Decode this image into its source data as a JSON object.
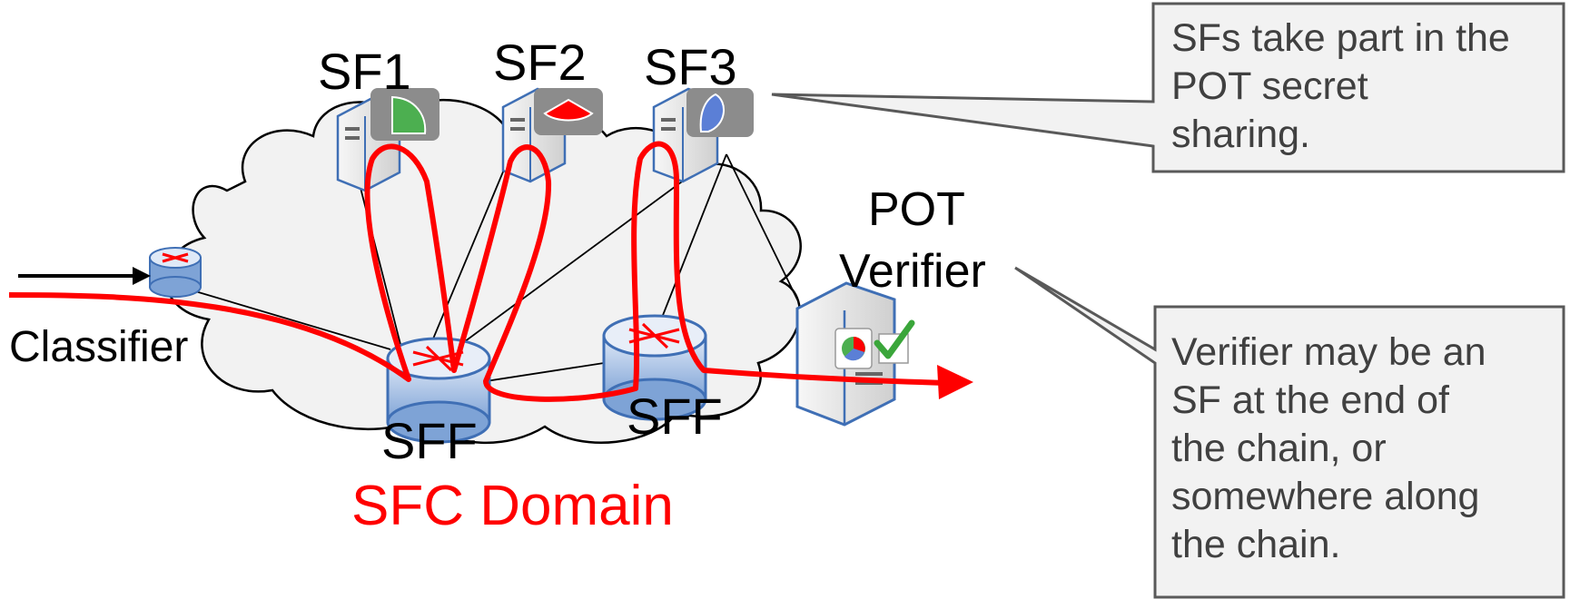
{
  "labels": {
    "sf1": "SF1",
    "sf2": "SF2",
    "sf3": "SF3",
    "pot_verifier_line1": "POT",
    "pot_verifier_line2": "Verifier",
    "classifier": "Classifier",
    "sff_left": "SFF",
    "sff_right": "SFF",
    "domain": "SFC Domain"
  },
  "callouts": {
    "top": [
      "SFs take part in the",
      "POT secret",
      "sharing."
    ],
    "bottom": [
      "Verifier may be an",
      "SF at the end of",
      "the chain, or",
      "somewhere along",
      "the chain."
    ]
  },
  "colors": {
    "path_red": "#ff0000",
    "sf1_secret": "#4caf50",
    "sf2_secret": "#ff0000",
    "sf3_secret": "#5b7fd6",
    "badge_gray": "#8c8c8c",
    "callout_fill": "#f2f2f2",
    "callout_border": "#595959",
    "cloud_fill": "#f2f2f2",
    "router_blue": "#a9c4e8",
    "check_green": "#3aa63a"
  },
  "icons": {
    "sf_server": "server-icon",
    "router": "router-icon",
    "secret_share": "pie-slice-icon",
    "verified": "checkmark-icon"
  }
}
